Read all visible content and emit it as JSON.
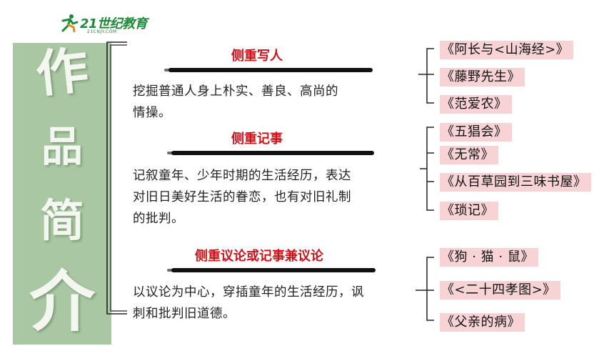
{
  "logo": {
    "text": "21世纪教育",
    "subtext": "21CNJY.COM"
  },
  "panel": {
    "glyphs": [
      "作",
      "品",
      "简",
      "介"
    ]
  },
  "sections": [
    {
      "heading": "侧重写人",
      "description": [
        "挖掘普通人身上朴实、善良、高尚的",
        "情操。"
      ],
      "works": [
        "《阿长与<山海经>》",
        "《藤野先生》",
        "《范爱农》"
      ]
    },
    {
      "heading": "侧重记事",
      "description": [
        "记叙童年、少年时期的生活经历，表达",
        "对旧日美好生活的眷恋，也有对旧礼制",
        "的批判。"
      ],
      "works": [
        "《五猖会》",
        "《无常》",
        "《从百草园到三味书屋》",
        "《琐记》"
      ]
    },
    {
      "heading": "侧重议论或记事兼议论",
      "description": [
        "以议论为中心，穿插童年的生活经历，讽",
        "刺和批判旧道德。"
      ],
      "works": [
        "《狗 · 猫 · 鼠》",
        "《<二十四孝图>》",
        "《父亲的病》"
      ]
    }
  ],
  "colors": {
    "heading": "#d0121b",
    "panel": "#a9c7a2",
    "tag": "#f7d3d6",
    "logo": "#1f8a3a"
  }
}
